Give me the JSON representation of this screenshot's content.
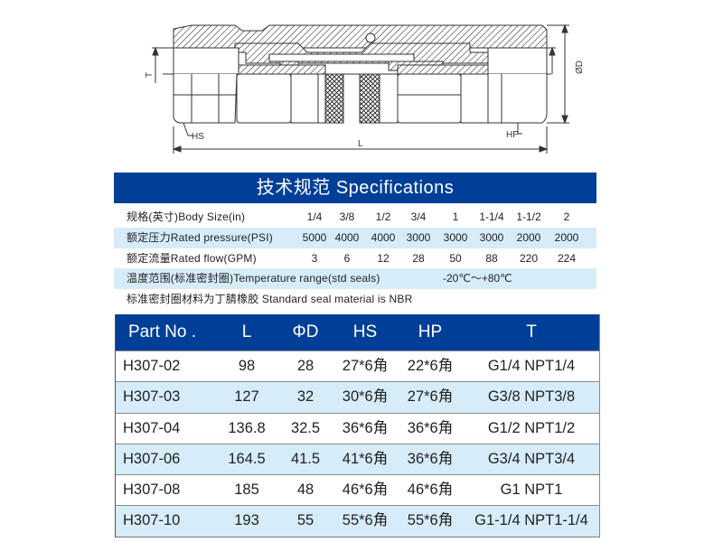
{
  "drawing": {
    "labels": {
      "T": "T",
      "HS": "HS",
      "HP": "HP",
      "L": "L",
      "D": "ØD"
    }
  },
  "spec": {
    "title": "技术规范 Specifications",
    "rows": [
      {
        "label": "规格(英寸)Body Size(in)",
        "values": [
          "1/4",
          "3/8",
          "1/2",
          "3/4",
          "1",
          "1-1/4",
          "1-1/2",
          "2"
        ]
      },
      {
        "label": "额定压力Rated pressure(PSI)",
        "values": [
          "5000",
          "4000",
          "4000",
          "3000",
          "3000",
          "3000",
          "2000",
          "2000"
        ]
      },
      {
        "label": "额定流量Rated flow(GPM)",
        "values": [
          "3",
          "6",
          "12",
          "28",
          "50",
          "88",
          "220",
          "224"
        ]
      },
      {
        "label": "温度范围(标准密封圈)Temperature range(std seals)",
        "value": "-20℃～+80℃"
      },
      {
        "label": "标准密封圈材料为丁腈橡胶  Standard seal material is  NBR"
      }
    ]
  },
  "parts": {
    "headers": [
      "Part No .",
      "L",
      "ΦD",
      "HS",
      "HP",
      "T"
    ],
    "rows": [
      [
        "H307-02",
        "98",
        "28",
        "27*6角",
        "22*6角",
        "G1/4 NPT1/4"
      ],
      [
        "H307-03",
        "127",
        "32",
        "30*6角",
        "27*6角",
        "G3/8 NPT3/8"
      ],
      [
        "H307-04",
        "136.8",
        "32.5",
        "36*6角",
        "36*6角",
        "G1/2 NPT1/2"
      ],
      [
        "H307-06",
        "164.5",
        "41.5",
        "41*6角",
        "36*6角",
        "G3/4 NPT3/4"
      ],
      [
        "H307-08",
        "185",
        "48",
        "46*6角",
        "46*6角",
        "G1 NPT1"
      ],
      [
        "H307-10",
        "193",
        "55",
        "55*6角",
        "55*6角",
        "G1-1/4 NPT1-1/4"
      ]
    ]
  },
  "colors": {
    "header_blue": "#003f98",
    "row_shade": "#d6ecf9"
  }
}
